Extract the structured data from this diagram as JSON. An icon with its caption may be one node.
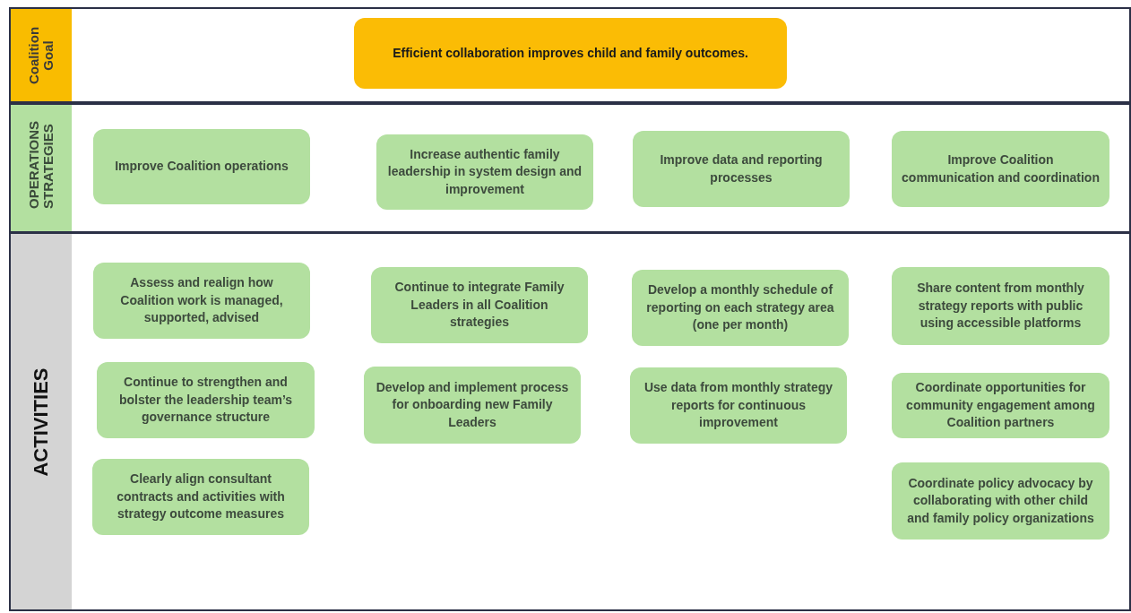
{
  "diagram": {
    "nodes": [
      {
        "text": [
          "Coalition Goal"
        ]
      },
      {
        "text": [
          "Efficient collaboration improves child and family outcomes."
        ],
        "in": 0
      },
      {
        "text": [
          "OPERATIONS STRATEGIES"
        ]
      },
      {
        "text": [
          "Improve Coalition operations"
        ],
        "in": 2
      },
      {
        "text": [
          "Increase authentic family leadership in system design and improvement"
        ],
        "in": 2
      },
      {
        "text": [
          "Improve data and reporting processes"
        ],
        "in": 2
      },
      {
        "text": [
          "Improve Coalition communication and coordination"
        ],
        "in": 2
      },
      {
        "text": [
          "ACTIVITIES"
        ]
      },
      {
        "text": [
          "Assess and realign how Coalition work is managed, supported, advised"
        ],
        "in": 7
      },
      {
        "text": [
          "Continue to integrate Family Leaders in all Coalition strategies"
        ],
        "in": 7
      },
      {
        "text": [
          "Develop a monthly schedule of reporting on each strategy area (one per month)"
        ],
        "in": 7
      },
      {
        "text": [
          "Share content from monthly strategy reports with public using accessible platforms"
        ],
        "in": 7
      },
      {
        "text": [
          "Continue to strengthen and bolster the leadership team’s governance structure"
        ],
        "in": 7
      },
      {
        "text": [
          "Develop and implement process for onboarding new Family Leaders"
        ],
        "in": 7
      },
      {
        "text": [
          "Use data from monthly strategy reports for continuous improvement"
        ],
        "in": 7
      },
      {
        "text": [
          "Coordinate opportunities for community engagement among Coalition partners"
        ],
        "in": 7
      },
      {
        "text": [
          "Clearly align consultant contracts and activities with strategy outcome measures"
        ],
        "in": 7
      },
      {
        "text": [
          "Coordinate policy advocacy by collaborating with other child and family policy organizations"
        ],
        "in": 7
      }
    ],
    "edges": []
  }
}
